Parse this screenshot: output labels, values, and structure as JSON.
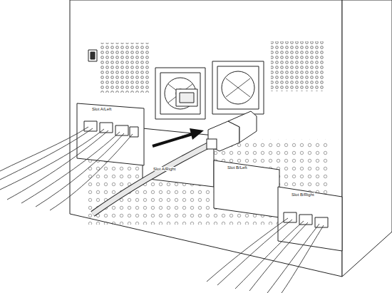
{
  "diagram": {
    "labels": [
      "Slot A/Left",
      "Slot A/Right",
      "Slot B/Left",
      "Slot B/Right"
    ]
  }
}
